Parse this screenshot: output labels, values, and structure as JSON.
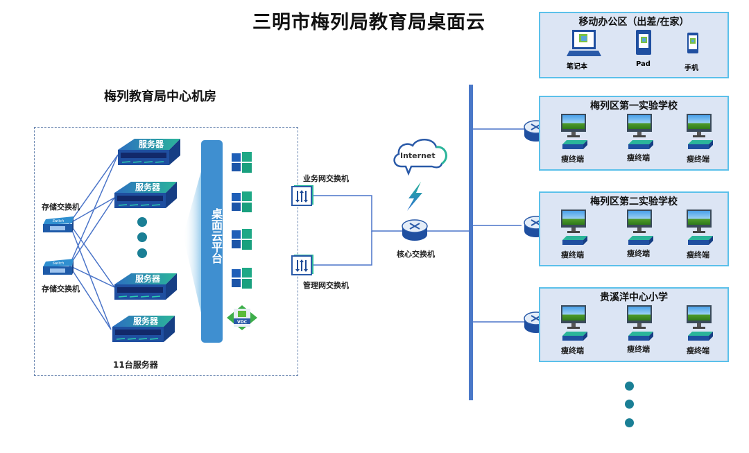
{
  "title": "三明市梅列局教育局桌面云",
  "datacenter": {
    "title": "梅列教育局中心机房",
    "storage_switch_label_1": "存储交换机",
    "storage_switch_label_2": "存储交换机",
    "switch_badge": "Switch",
    "server_label": "服务器",
    "server_count_label": "11台服务器",
    "platform_label": "桌面云平台",
    "vdc_label": "VDC"
  },
  "network": {
    "business_switch_label": "业务网交换机",
    "management_switch_label": "管理网交换机",
    "core_switch_label": "核心交换机",
    "internet_label": "Internet"
  },
  "mobile_zone": {
    "title": "移动办公区（出差/在家）",
    "devices": [
      {
        "label": "笔记本",
        "icon": "laptop-icon"
      },
      {
        "label": "Pad",
        "icon": "tablet-icon"
      },
      {
        "label": "手机",
        "icon": "phone-icon"
      }
    ]
  },
  "schools": [
    {
      "title": "梅列区第一实验学校",
      "terminals": [
        "瘦终端",
        "瘦终端",
        "瘦终端"
      ]
    },
    {
      "title": "梅列区第二实验学校",
      "terminals": [
        "瘦终端",
        "瘦终端",
        "瘦终端"
      ]
    },
    {
      "title": "贵溪洋中心小学",
      "terminals": [
        "瘦终端",
        "瘦终端",
        "瘦终端"
      ]
    }
  ],
  "colors": {
    "line": "#3d6fc4",
    "bus": "#4a78c8",
    "zone_bg": "#dce5f4",
    "zone_border": "#5bc0ea",
    "dot": "#1a7f95"
  }
}
